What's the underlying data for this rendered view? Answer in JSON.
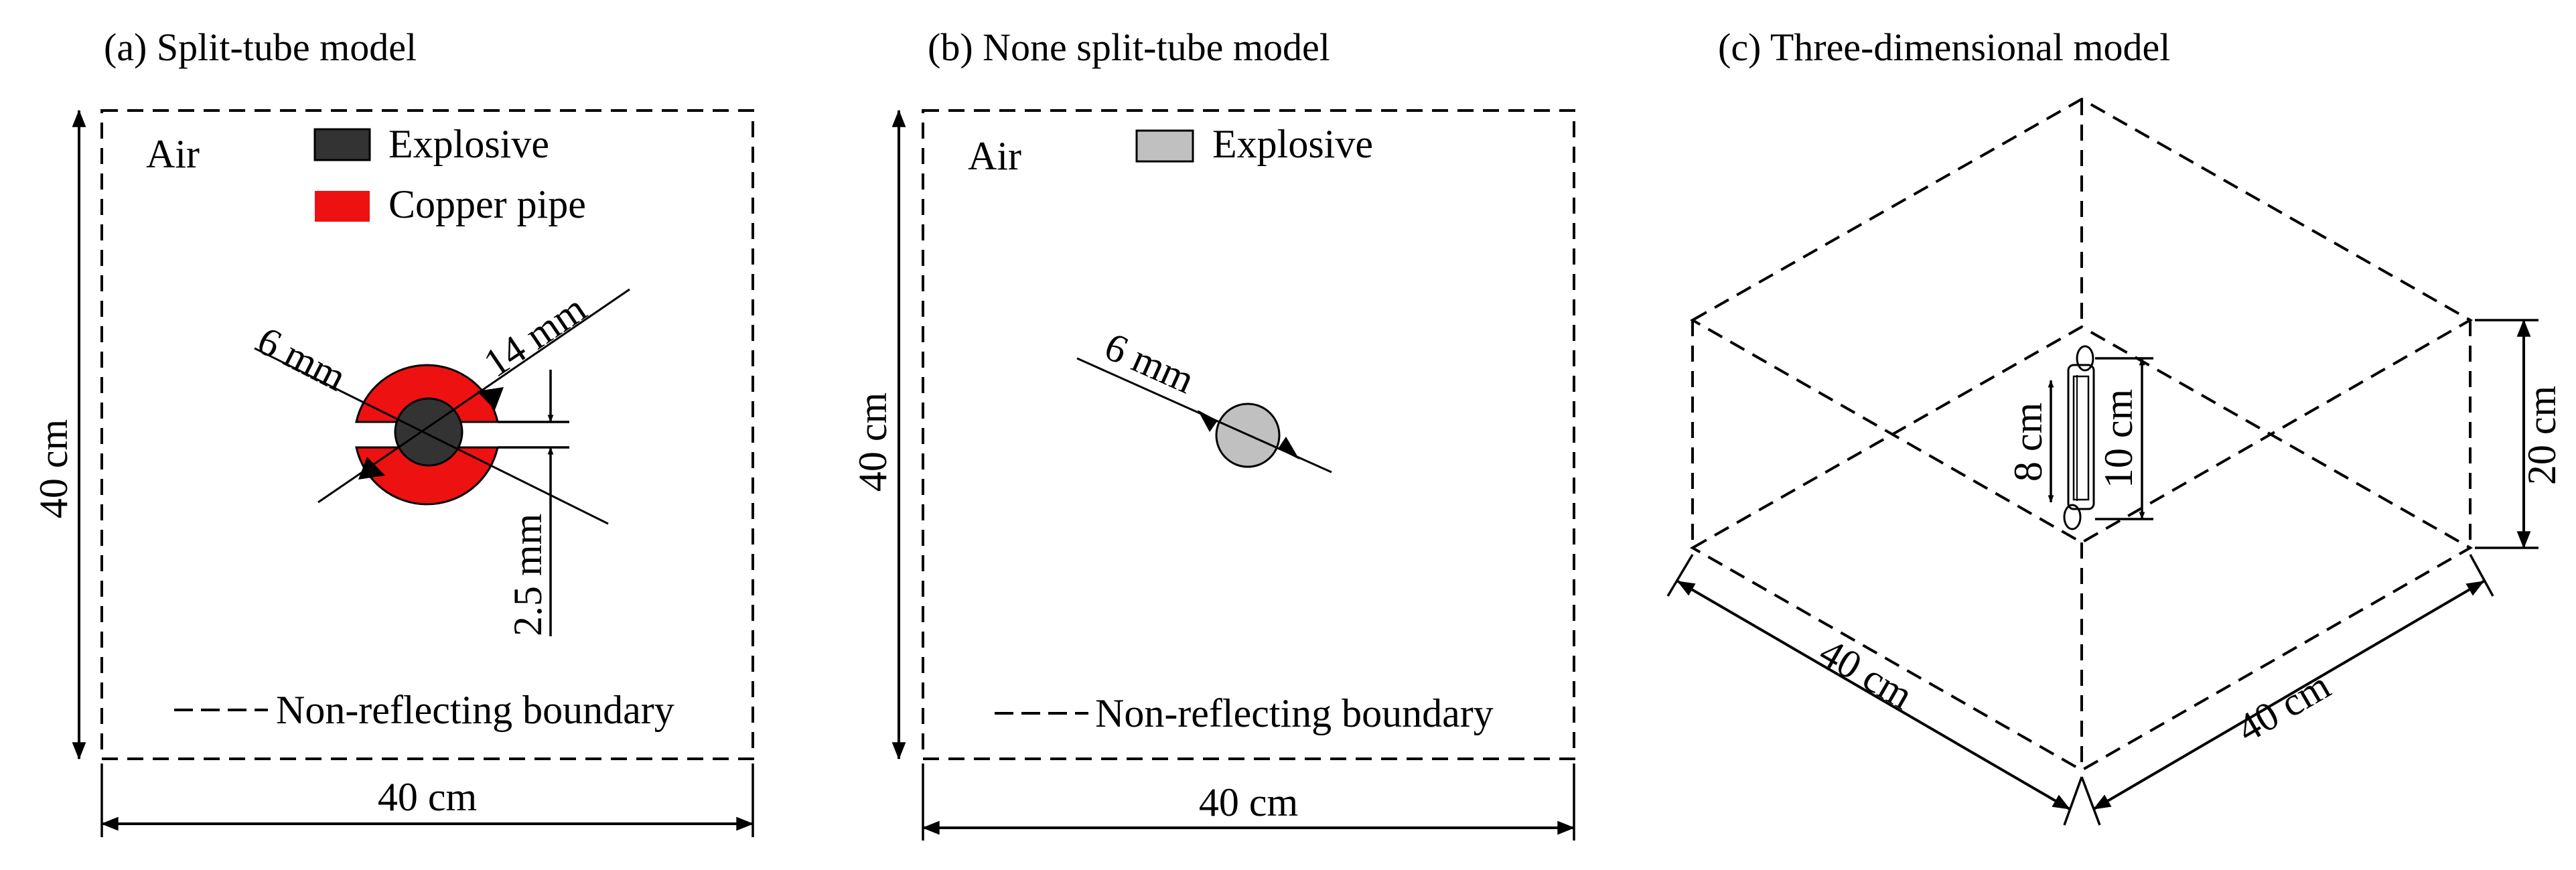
{
  "panels": {
    "a": {
      "title": "(a) Split-tube model",
      "region_label": "Air",
      "legend": {
        "explosive": "Explosive",
        "copper": "Copper pipe",
        "boundary": "Non-reflecting boundary"
      },
      "dims": {
        "inner": "6 mm",
        "outer": "14 mm",
        "gap": "2.5 mm",
        "height": "40 cm",
        "width": "40 cm"
      },
      "colors": {
        "explosive": "#333333",
        "copper": "#ee1111"
      }
    },
    "b": {
      "title": "(b) None split-tube model",
      "region_label": "Air",
      "legend": {
        "explosive": "Explosive",
        "boundary": "Non-reflecting boundary"
      },
      "dims": {
        "charge": "6 mm",
        "height": "40 cm",
        "width": "40 cm"
      },
      "colors": {
        "explosive": "#c0c0c0"
      }
    },
    "c": {
      "title": "(c) Three-dimensional model",
      "dims": {
        "charge_len": "8 cm",
        "tube_len": "10 cm",
        "height": "20 cm",
        "length_left": "40 cm",
        "length_right": "40 cm"
      }
    }
  }
}
